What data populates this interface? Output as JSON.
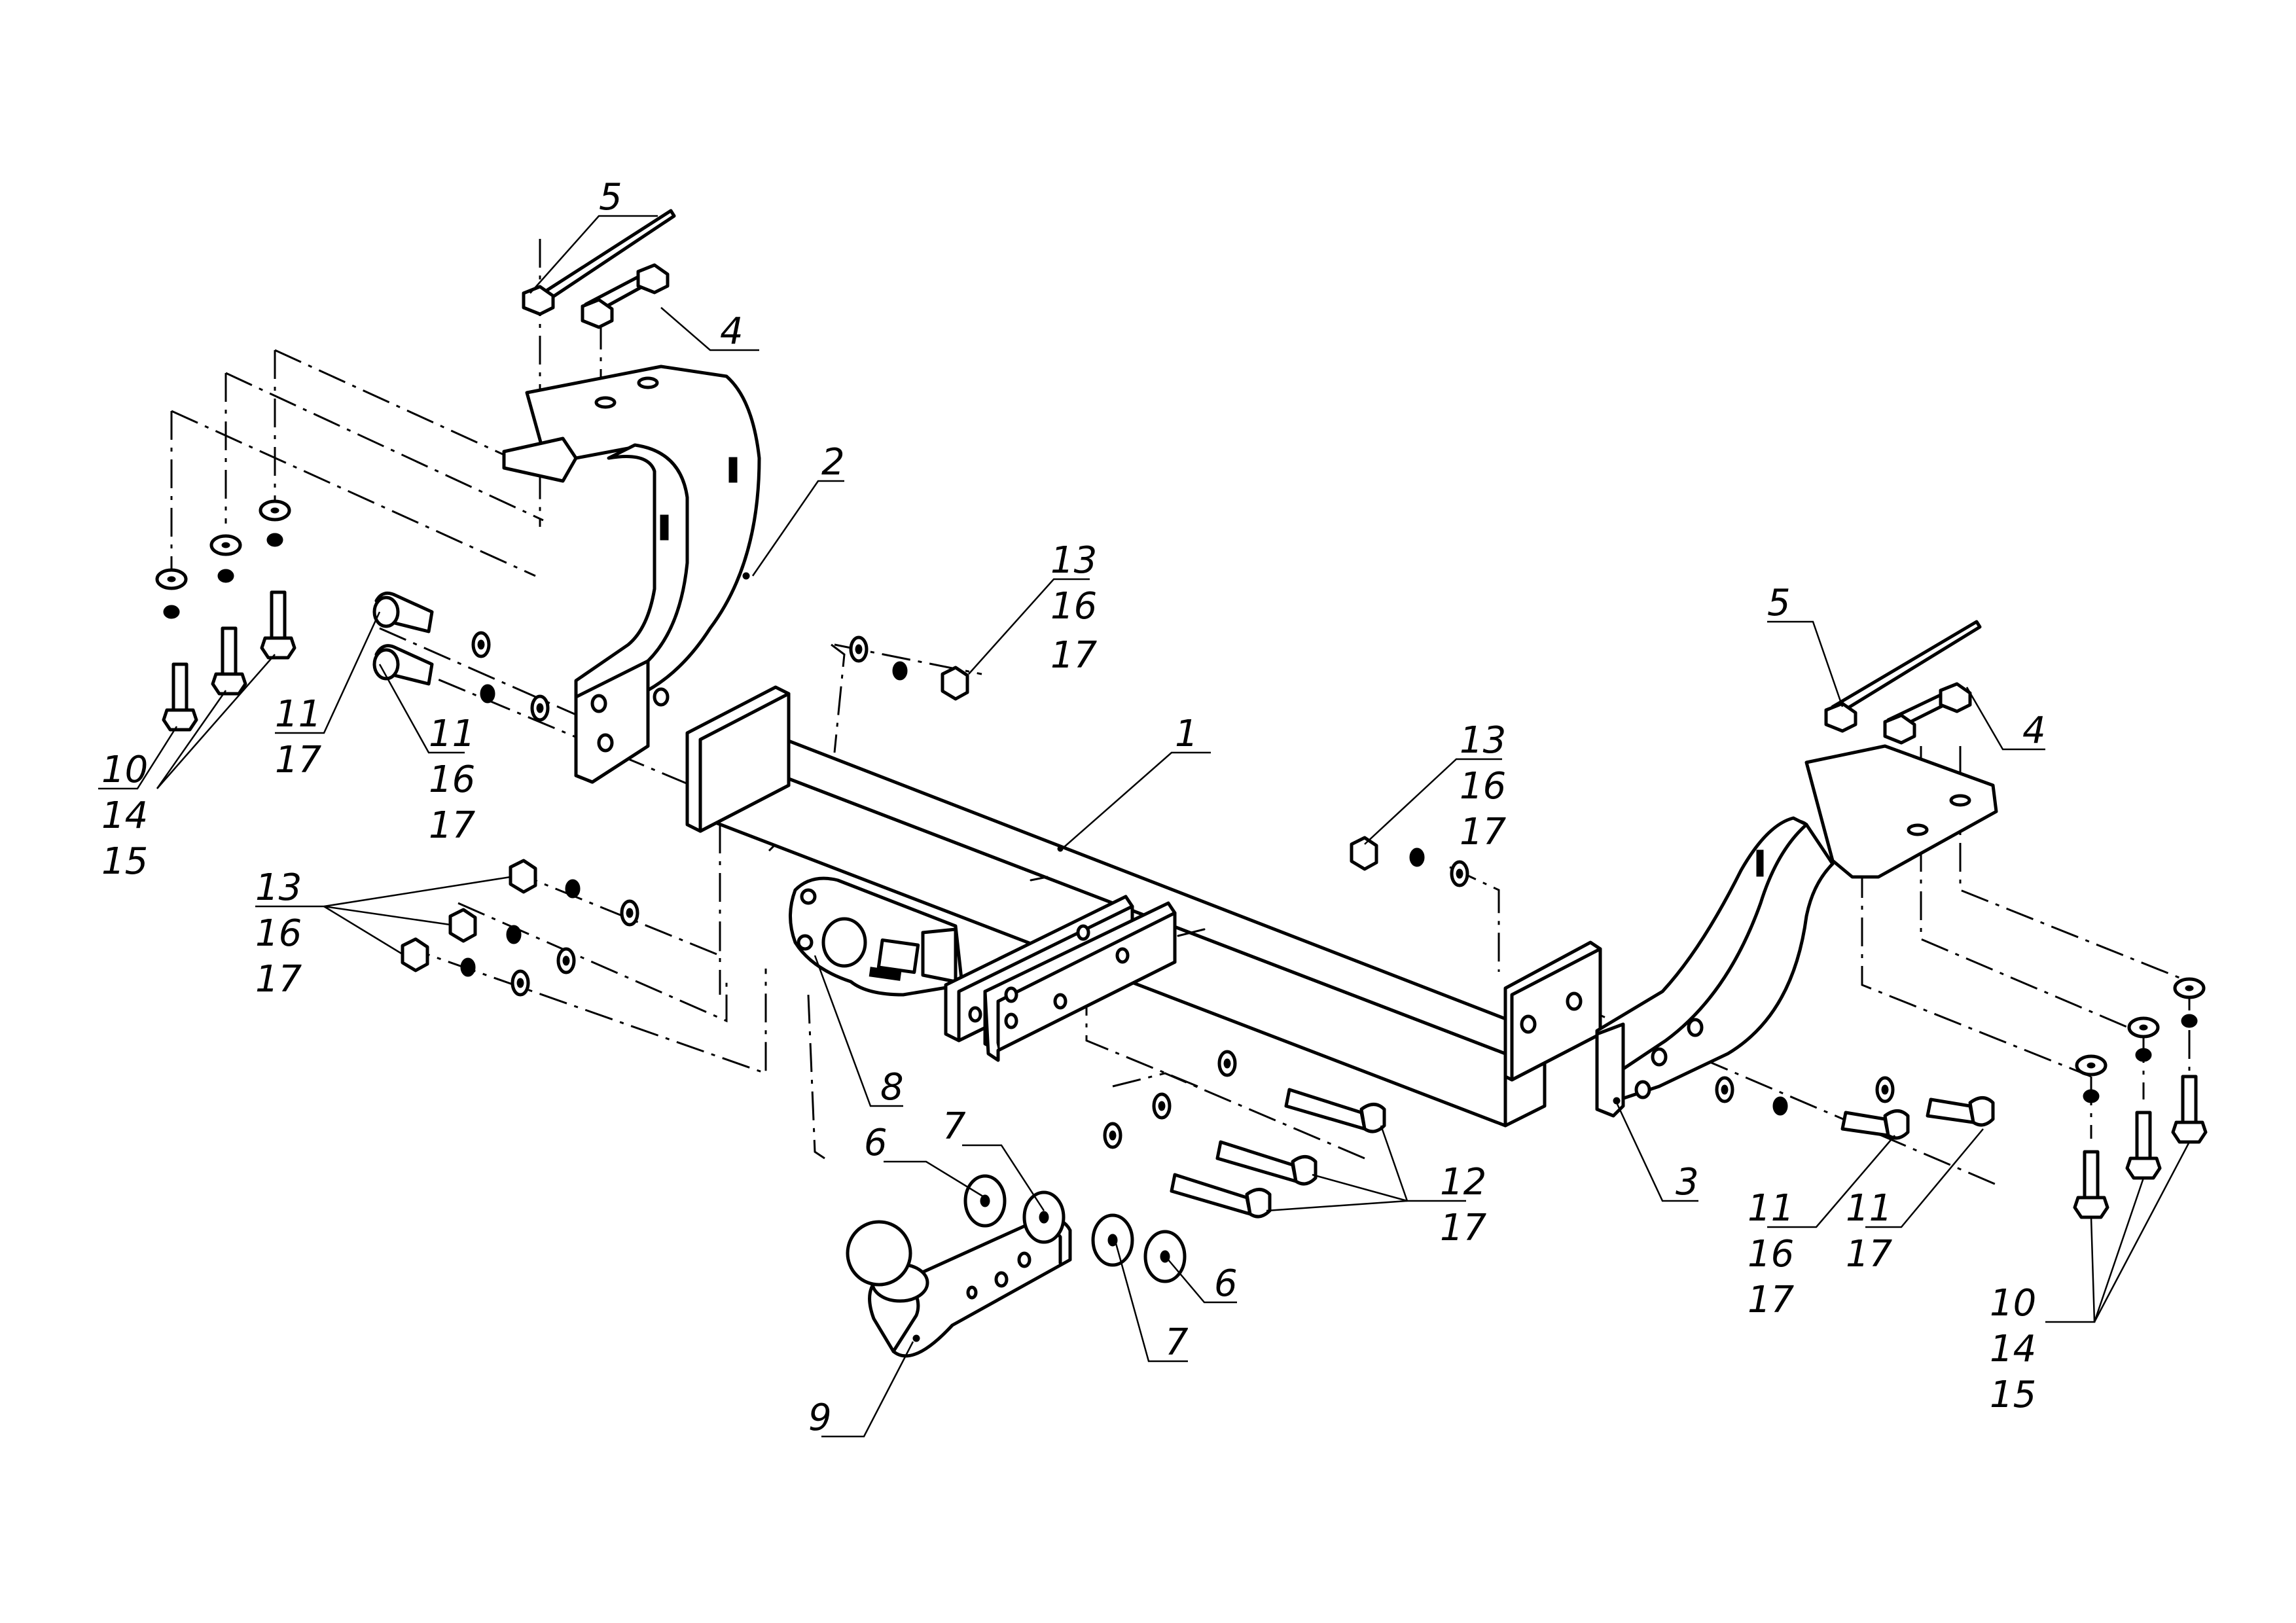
{
  "colors": {
    "line": "#000000",
    "background": "#ffffff"
  },
  "callouts": [
    {
      "label": "5"
    },
    {
      "label": "4"
    },
    {
      "label": "2"
    },
    {
      "label": "13"
    },
    {
      "label": "16"
    },
    {
      "label": "17"
    },
    {
      "label": "11"
    },
    {
      "label": "17"
    },
    {
      "label": "11"
    },
    {
      "label": "16"
    },
    {
      "label": "17"
    },
    {
      "label": "10"
    },
    {
      "label": "14"
    },
    {
      "label": "15"
    },
    {
      "label": "1"
    },
    {
      "label": "13"
    },
    {
      "label": "16"
    },
    {
      "label": "17"
    },
    {
      "label": "5"
    },
    {
      "label": "4"
    },
    {
      "label": "13"
    },
    {
      "label": "16"
    },
    {
      "label": "17"
    },
    {
      "label": "8"
    },
    {
      "label": "7"
    },
    {
      "label": "6"
    },
    {
      "label": "12"
    },
    {
      "label": "17"
    },
    {
      "label": "3"
    },
    {
      "label": "11"
    },
    {
      "label": "16"
    },
    {
      "label": "17"
    },
    {
      "label": "11"
    },
    {
      "label": "17"
    },
    {
      "label": "6"
    },
    {
      "label": "7"
    },
    {
      "label": "9"
    },
    {
      "label": "10"
    },
    {
      "label": "14"
    },
    {
      "label": "15"
    }
  ]
}
